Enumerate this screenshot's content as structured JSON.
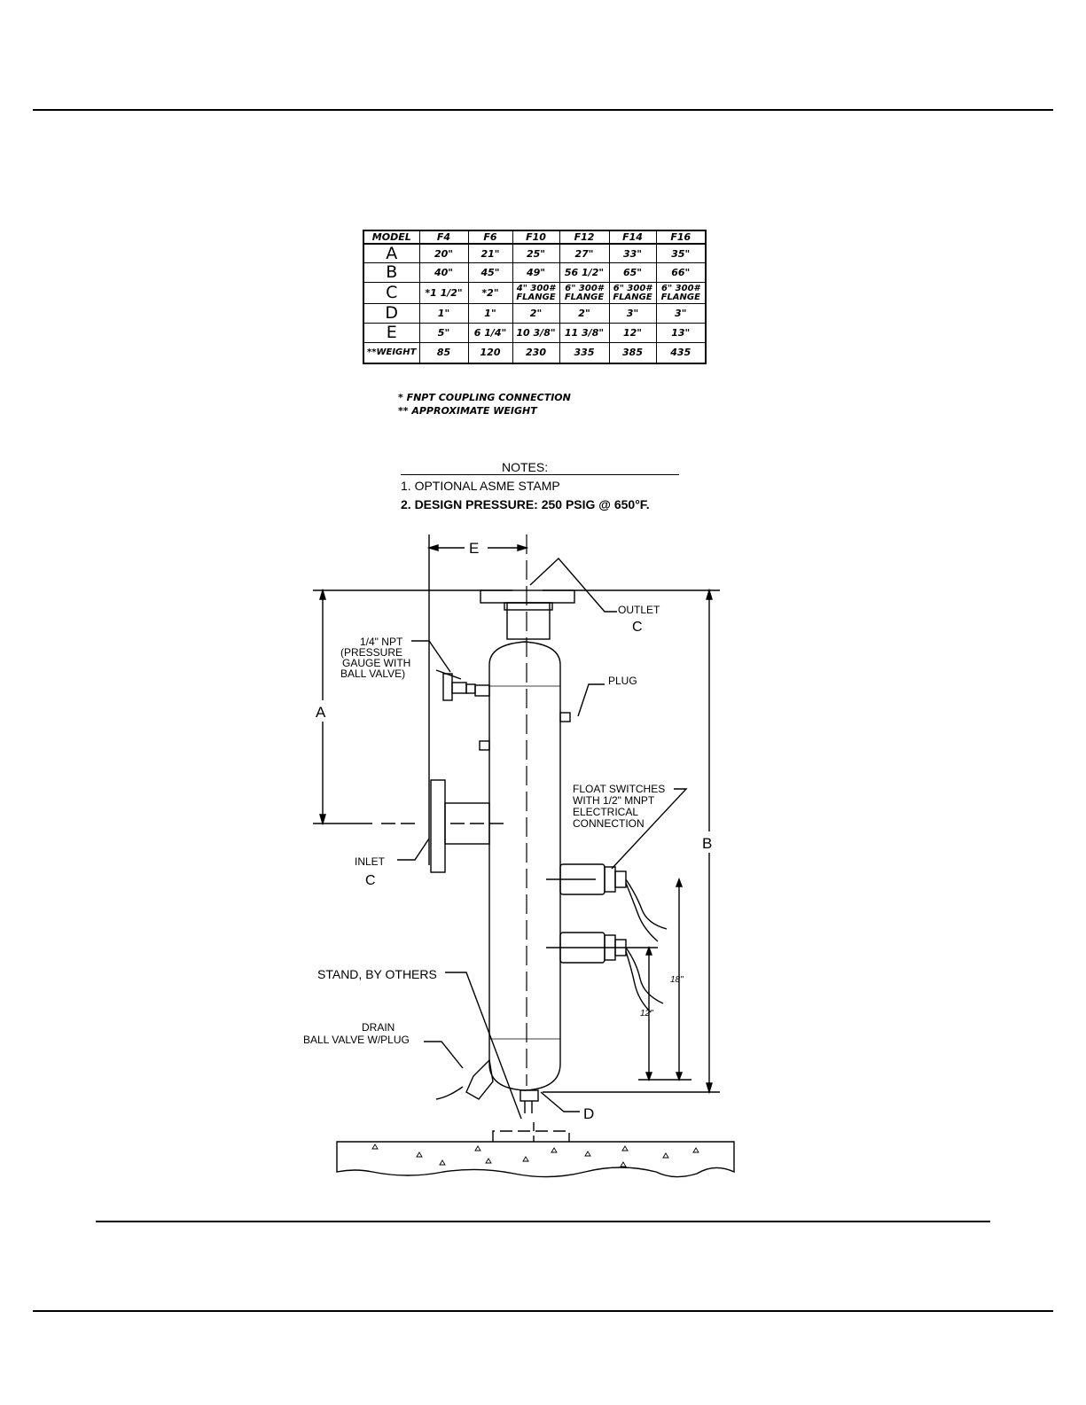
{
  "table": {
    "header": [
      "MODEL",
      "F4",
      "F6",
      "F10",
      "F12",
      "F14",
      "F16"
    ],
    "rows": [
      {
        "label": "A",
        "cells": [
          "20\"",
          "21\"",
          "25\"",
          "27\"",
          "33\"",
          "35\""
        ]
      },
      {
        "label": "B",
        "cells": [
          "40\"",
          "45\"",
          "49\"",
          "56 1/2\"",
          "65\"",
          "66\""
        ]
      },
      {
        "label": "C",
        "cells": [
          "*1 1/2\"",
          "*2\"",
          "4\" 300#\nFLANGE",
          "6\" 300#\nFLANGE",
          "6\" 300#\nFLANGE",
          "6\" 300#\nFLANGE"
        ]
      },
      {
        "label": "D",
        "cells": [
          "1\"",
          "1\"",
          "2\"",
          "2\"",
          "3\"",
          "3\""
        ]
      },
      {
        "label": "E",
        "cells": [
          "5\"",
          "6 1/4\"",
          "10 3/8\"",
          "11 3/8\"",
          "12\"",
          "13\""
        ]
      },
      {
        "label": "**WEIGHT",
        "cells": [
          "85",
          "120",
          "230",
          "335",
          "385",
          "435"
        ]
      }
    ]
  },
  "footnotes": [
    "* FNPT COUPLING CONNECTION",
    "** APPROXIMATE WEIGHT"
  ],
  "notes": {
    "title": "NOTES:",
    "items": [
      "1.  OPTIONAL ASME STAMP",
      "2.  DESIGN PRESSURE: 250 PSIG @ 650°F."
    ]
  },
  "drawing": {
    "dim_e": "E",
    "outlet_label": "OUTLET",
    "outlet_c": "C",
    "npt_lines": [
      "1/4\" NPT",
      "(PRESSURE",
      "GAUGE WITH",
      "BALL VALVE)"
    ],
    "plug_label": "PLUG",
    "dim_a": "A",
    "dim_b": "B",
    "float_lines": [
      "FLOAT SWITCHES",
      "WITH 1/2\" MNPT",
      "ELECTRICAL",
      "CONNECTION"
    ],
    "inlet_label": "INLET",
    "inlet_c": "C",
    "stand_label": "STAND, BY OTHERS",
    "drain_lines": [
      "DRAIN",
      "BALL VALVE W/PLUG"
    ],
    "dim_18": "18\"",
    "dim_12": "12\"",
    "dim_d": "D"
  }
}
